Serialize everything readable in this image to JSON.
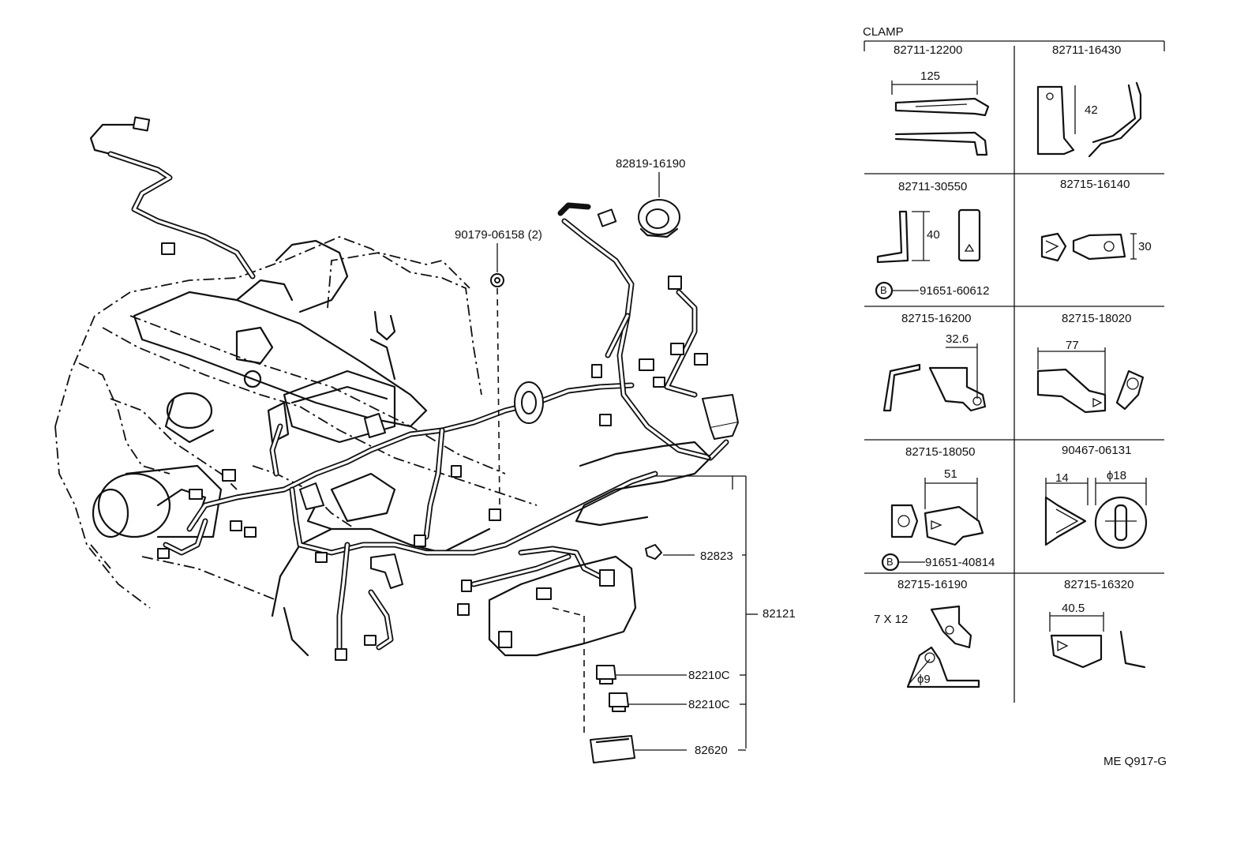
{
  "harness": {
    "grommet_part": "82819-16190",
    "clip_part": "90179-06158 (2)",
    "wire_clamp_part": "82823",
    "harness_assy_part": "82121",
    "relay_block_1": "82210C",
    "relay_block_2": "82210C",
    "junction_block": "82620"
  },
  "clamp_table": {
    "title": "CLAMP",
    "cells": [
      {
        "part": "82711-12200",
        "dims": [
          "125"
        ]
      },
      {
        "part": "82711-16430",
        "dims": [
          "42"
        ]
      },
      {
        "part": "82711-30550",
        "dims": [
          "40"
        ],
        "bolt_marker": "B",
        "bolt_part": "91651-60612"
      },
      {
        "part": "82715-16140",
        "dims": [
          "30"
        ]
      },
      {
        "part": "82715-16200",
        "dims": [
          "32.6"
        ]
      },
      {
        "part": "82715-18020",
        "dims": [
          "77"
        ]
      },
      {
        "part": "82715-18050",
        "dims": [
          "51"
        ],
        "bolt_marker": "B",
        "bolt_part": "91651-40814"
      },
      {
        "part": "90467-06131",
        "dims": [
          "14",
          "ϕ18"
        ]
      },
      {
        "part": "82715-16190",
        "dims": [
          "7 X 12",
          "ϕ9"
        ]
      },
      {
        "part": "82715-16320",
        "dims": [
          "40.5"
        ]
      }
    ]
  },
  "footer_code": "ME Q917-G"
}
